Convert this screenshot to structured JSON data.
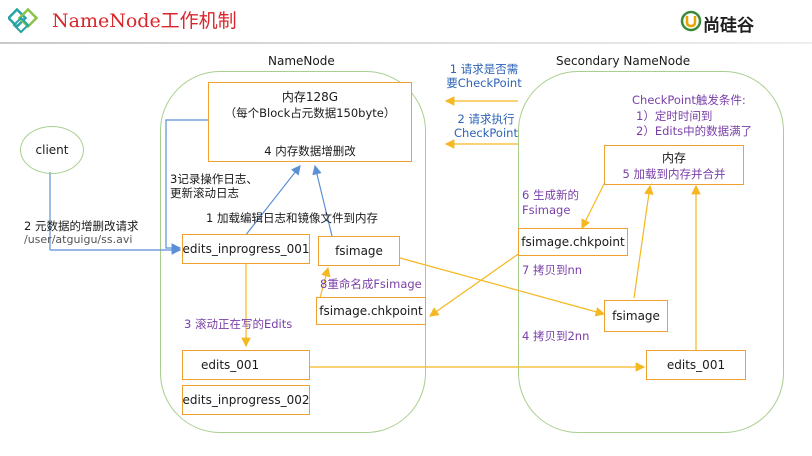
{
  "header": {
    "title": "NameNode工作机制",
    "logo_text": "尚硅谷",
    "title_color": "#d9262b"
  },
  "namenode": {
    "title": "NameNode",
    "memory_line1": "内存128G",
    "memory_line2": "（每个Block占元数据150byte）",
    "memory_line3": "4 内存数据增删改",
    "edits_inprogress_001": "edits_inprogress_001",
    "fsimage": "fsimage",
    "fsimage_chkpoint": "fsimage.chkpoint",
    "edits_001": "edits_001",
    "edits_inprogress_002": "edits_inprogress_002",
    "step3_log_line1": "3记录操作日志、",
    "step3_log_line2": "更新滚动日志",
    "step1_load": "1 加载编辑日志和镜像文件到内存",
    "step8_rename": "8重命名成Fsimage",
    "step3_roll": "3 滚动正在写的Edits"
  },
  "client": {
    "label": "client",
    "request_line1": "2 元数据的增删改请求",
    "request_line2": "/user/atguigu/ss.avi"
  },
  "secondary": {
    "title": "Secondary NameNode",
    "trigger_title": "CheckPoint触发条件:",
    "trigger_1": "1）定时时间到",
    "trigger_2": "2）Edits中的数据满了",
    "memory_title": "内存",
    "memory_merge": "5 加载到内存并合并",
    "step6_line1": "6 生成新的",
    "step6_line2": "Fsimage",
    "fsimage_chkpoint": "fsimage.chkpoint",
    "step7_copy": "7 拷贝到nn",
    "fsimage": "fsimage",
    "step4_copy": "4 拷贝到2nn",
    "edits_001": "edits_001"
  },
  "messages": {
    "step1_line1": "1 请求是否需",
    "step1_line2": "要CheckPoint",
    "step2_line1": "2 请求执行",
    "step2_line2": "CheckPoint"
  },
  "colors": {
    "panel_border": "#a9cf8f",
    "box_border": "#f0a030",
    "arrow_blue": "#5b8fd6",
    "arrow_orange": "#f5b820",
    "label_purple": "#7a3fa8",
    "label_blue": "#2c63b8"
  }
}
